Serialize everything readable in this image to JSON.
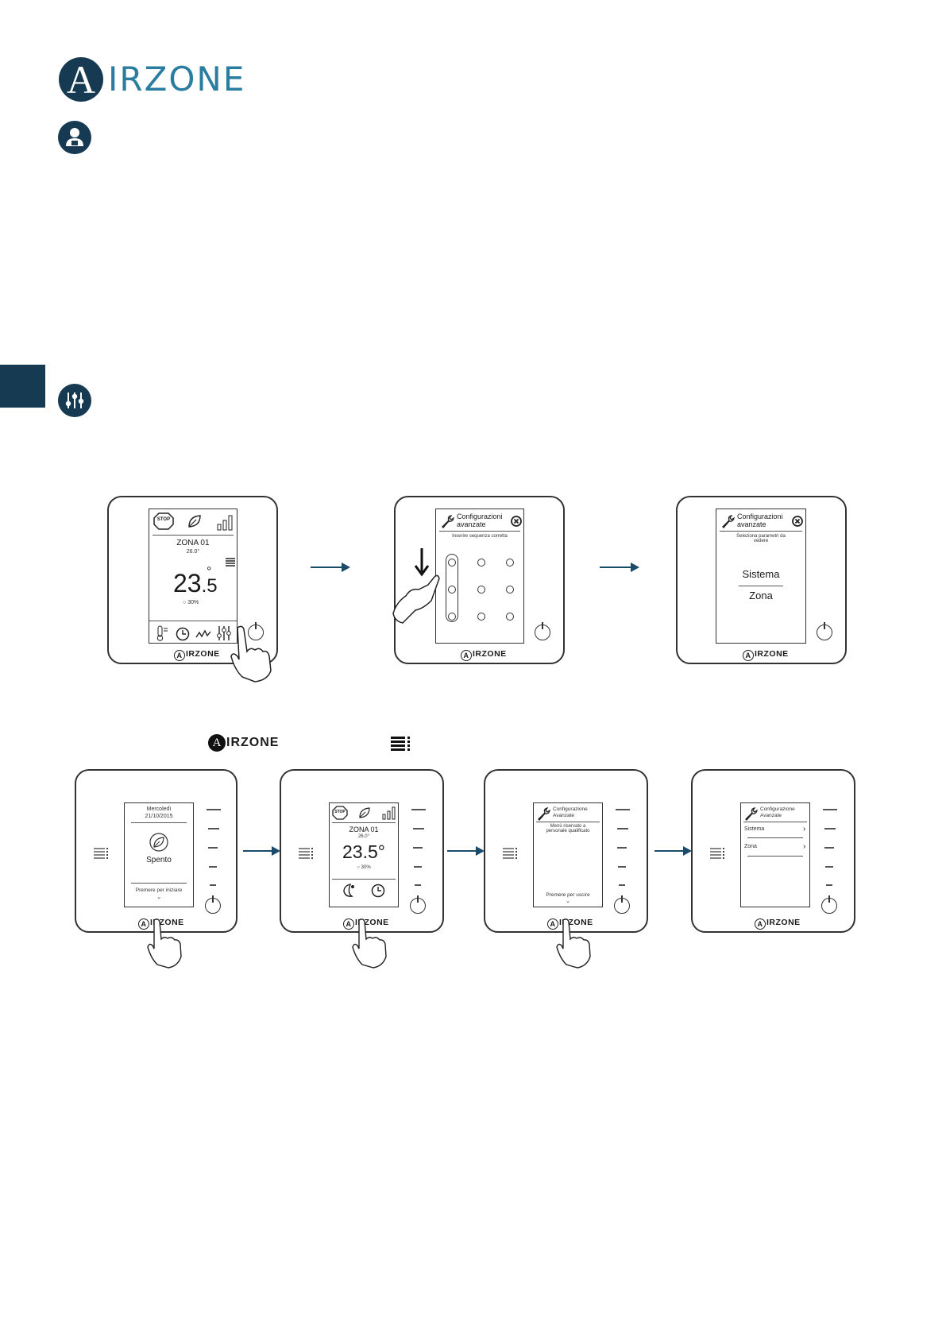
{
  "header": {
    "logo_letter": "A",
    "logo_text": "IRZONE"
  },
  "icons": {
    "installer": "user-installer-icon",
    "settings": "sliders-settings-icon"
  },
  "colors": {
    "brand_dark": "#163a52",
    "brand_blue": "#2a7da0",
    "arrow": "#1b4b6b"
  },
  "top_sequence": {
    "screen1": {
      "stop": "STOP",
      "zone": "ZONA 01",
      "setpoint": "26.0°",
      "temp_main": "23",
      "temp_dec": ".5",
      "temp_deg": "°",
      "humidity": "30%"
    },
    "screen2": {
      "title": "Configurazioni avanzate",
      "subtitle": "Inserire sequenza corretta"
    },
    "screen3": {
      "title": "Configurazioni avanzate",
      "subtitle": "Seleziona parametri da vedere",
      "item1": "Sistema",
      "item2": "Zona"
    },
    "brand": "IRZONE"
  },
  "legend_row": {
    "brand": "IRZONE"
  },
  "bottom_sequence": {
    "screen1": {
      "day": "Mercoledì",
      "date": "21/10/2015",
      "status": "Spento",
      "hint": "Premere per iniziare"
    },
    "screen2": {
      "stop": "STOP",
      "zone": "ZONA 01",
      "setpoint": "26.0°",
      "temp": "23.5°",
      "humidity": "30%"
    },
    "screen3": {
      "title": "Configurazione Avanzate",
      "subtitle": "Menù riservato a personale qualificato",
      "hint": "Premere per uscire"
    },
    "screen4": {
      "title": "Configurazione Avanzate",
      "item1": "Sistema",
      "item2": "Zona"
    },
    "brand": "IRZONE"
  }
}
